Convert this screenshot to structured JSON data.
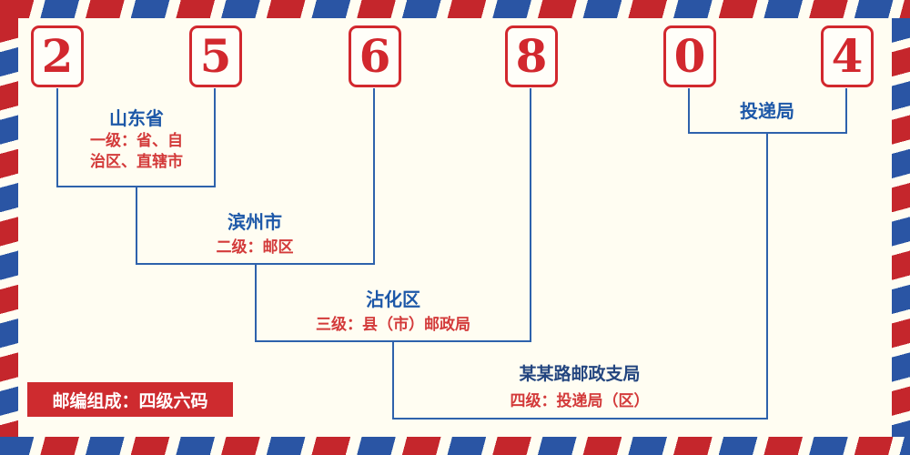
{
  "postal_code": "256804",
  "digits": [
    "2",
    "5",
    "6",
    "8",
    "0",
    "4"
  ],
  "annotations": {
    "level1": {
      "name": "山东省",
      "desc": "一级：省、自治区、直辖市"
    },
    "level2": {
      "name": "滨州市",
      "desc": "二级：邮区"
    },
    "level3": {
      "name": "沾化区",
      "desc": "三级：县（市）邮政局"
    },
    "level4": {
      "name": "某某路邮政支局",
      "desc": "四级：投递局（区）"
    },
    "delivery": {
      "name": "投递局"
    }
  },
  "footer": {
    "badge_label": "邮编组成：四级六码"
  },
  "colors": {
    "stripe_red": "#c5262c",
    "stripe_blue": "#2a55a4",
    "digit_red": "#d2282e",
    "line_blue": "#2e62ac",
    "name_blue": "#1d58a8",
    "name_dark_blue": "#23457f",
    "desc_red": "#d33a3a",
    "badge_bg": "#ce2b2f",
    "badge_text": "#ffffff",
    "background": "#fffdf2"
  }
}
